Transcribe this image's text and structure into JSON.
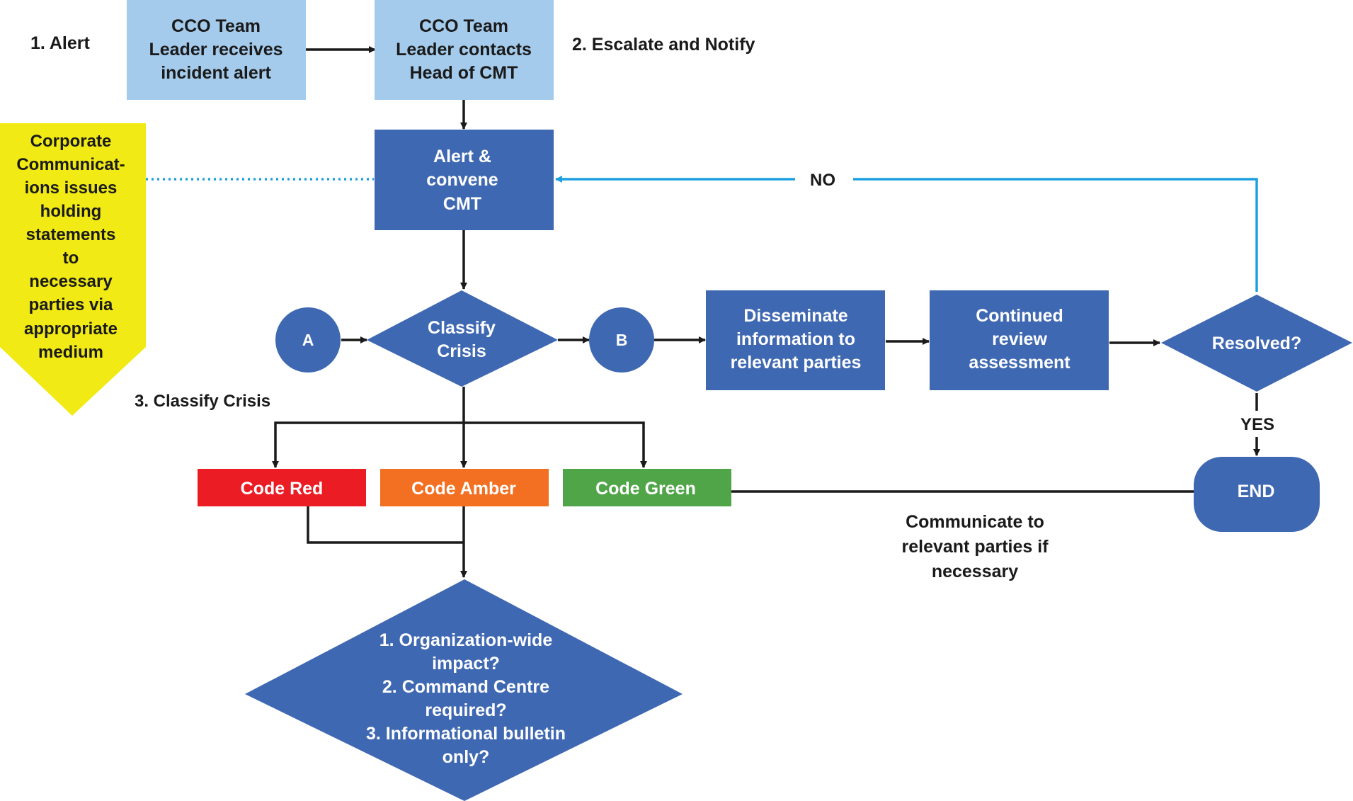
{
  "colors": {
    "light_blue": "#a4cbec",
    "dark_blue": "#3f68b2",
    "yellow": "#f1ea14",
    "red": "#ec1c24",
    "amber": "#f36f21",
    "green": "#50a548",
    "blue_line": "#1ea0e0",
    "line": "#1a1a1a"
  },
  "labels": {
    "alert": "1. Alert",
    "escalate": "2. Escalate and Notify",
    "classify_crisis": "3. Classify Crisis",
    "no": "NO",
    "yes": "YES",
    "communicate": [
      "Communicate to",
      "relevant parties if",
      "necessary"
    ]
  },
  "nodes": {
    "receive_alert": [
      "CCO Team",
      "Leader receives",
      "incident alert"
    ],
    "contact_head": [
      "CCO Team",
      "Leader contacts",
      "Head of CMT"
    ],
    "convene": [
      "Alert &",
      "convene",
      "CMT"
    ],
    "holding_statements": [
      "Corporate",
      "Communicat-",
      "ions issues",
      "holding",
      "statements",
      "to",
      "necessary",
      "parties via",
      "appropriate",
      "medium"
    ],
    "connector_a": "A",
    "classify": [
      "Classify",
      "Crisis"
    ],
    "connector_b": "B",
    "disseminate": [
      "Disseminate",
      "information to",
      "relevant parties"
    ],
    "review": [
      "Continued",
      "review",
      "assessment"
    ],
    "resolved": "Resolved?",
    "end": "END",
    "code_red": "Code Red",
    "code_amber": "Code Amber",
    "code_green": "Code Green",
    "questions": [
      "1. Organization-wide",
      "impact?",
      "2. Command Centre",
      "required?",
      "3. Informational bulletin",
      "only?"
    ]
  }
}
